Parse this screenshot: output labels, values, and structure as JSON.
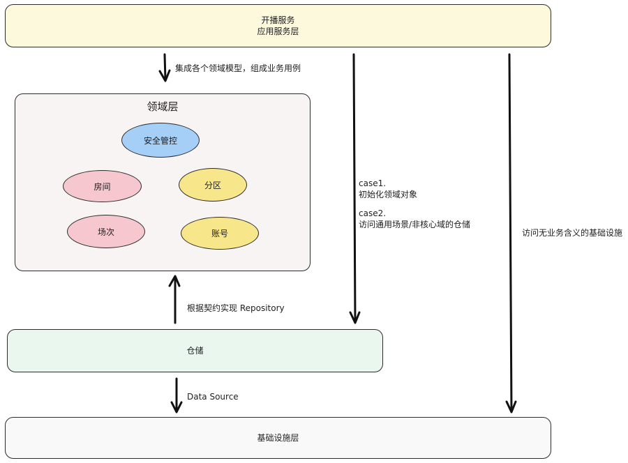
{
  "app_layer": {
    "line1": "开播服务",
    "line2": "应用服务层"
  },
  "domain_layer": {
    "title": "领域层",
    "entities": {
      "security": "安全管控",
      "room": "房间",
      "partition": "分区",
      "session": "场次",
      "account": "账号"
    }
  },
  "repository_layer": {
    "label": "仓储"
  },
  "infrastructure_layer": {
    "label": "基础设施层"
  },
  "arrows": {
    "integrate": "集成各个领域模型，组成业务用例",
    "contract": "根据契约实现 Repository",
    "datasource": "Data Source",
    "case1_title": "case1.",
    "case1_desc": "初始化领域对象",
    "case2_title": "case2.",
    "case2_desc": "访问通用场景/非核心域的仓储",
    "infra_access": "访问无业务含义的基础设施"
  },
  "colors": {
    "app_fill": "#fdf9dc",
    "domain_fill": "#f8f4f3",
    "repo_fill": "#eaf7ef",
    "infra_fill": "#f8f9f8",
    "blue_entity": "#a6cff7",
    "pink_entity": "#f7c7cf",
    "yellow_entity": "#f8e68a"
  }
}
